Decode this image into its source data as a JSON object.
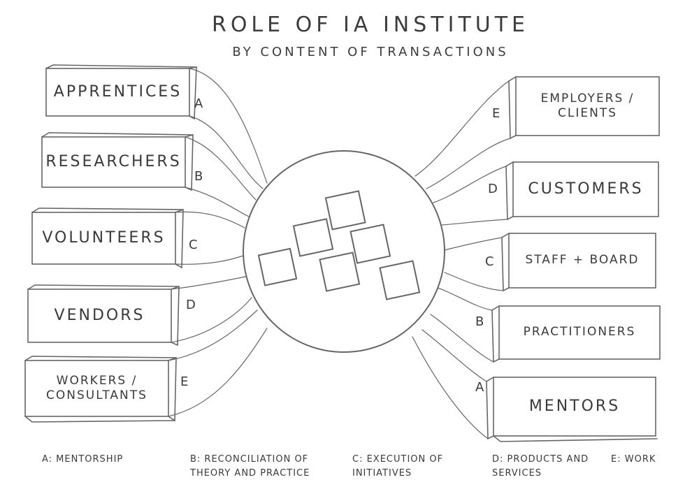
{
  "title": "ROLE OF IA INSTITUTE",
  "subtitle": "BY CONTENT OF TRANSACTIONS",
  "left_boxes": [
    {
      "label": "APPRENTICES",
      "letter": "A"
    },
    {
      "label": "RESEARCHERS",
      "letter": "B"
    },
    {
      "label": "VOLUNTEERS",
      "letter": "C"
    },
    {
      "label": "VENDORS",
      "letter": "D"
    },
    {
      "label": "WORKERS / CONSULTANTS",
      "letter": "E"
    }
  ],
  "right_boxes": [
    {
      "label": "EMPLOYERS / CLIENTS",
      "letter": "E"
    },
    {
      "label": "CUSTOMERS",
      "letter": "D"
    },
    {
      "label": "STAFF + BOARD",
      "letter": "C"
    },
    {
      "label": "PRACTITIONERS",
      "letter": "B"
    },
    {
      "label": "MENTORS",
      "letter": "A"
    }
  ],
  "legend": {
    "a": "A: MENTORSHIP",
    "b": "B: RECONCILIATION OF THEORY AND PRACTICE",
    "c": "C: EXECUTION OF INITIATIVES",
    "d": "D: PRODUCTS AND SERVICES",
    "e": "E: WORK"
  },
  "colors": {
    "stroke": "#555555",
    "paper": "#ffffff"
  }
}
